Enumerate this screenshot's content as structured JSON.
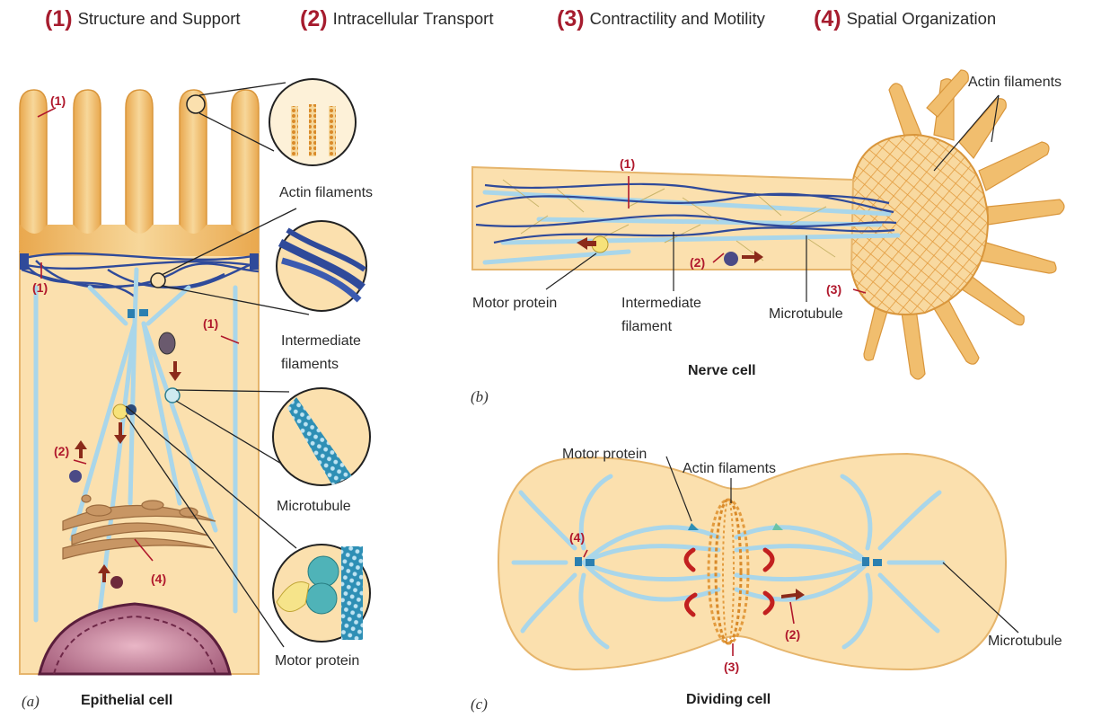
{
  "legend": [
    {
      "num": "(1)",
      "label": "Structure and Support"
    },
    {
      "num": "(2)",
      "label": "Intracellular Transport"
    },
    {
      "num": "(3)",
      "label": "Contractility and Motility"
    },
    {
      "num": "(4)",
      "label": "Spatial Organization"
    }
  ],
  "panel_a": {
    "letter": "(a)",
    "title": "Epithelial cell",
    "callouts": {
      "actin": "Actin filaments",
      "intermediate_1": "Intermediate",
      "intermediate_2": "filaments",
      "microtubule": "Microtubule",
      "motor": "Motor protein"
    },
    "markers": {
      "m1a": "(1)",
      "m1b": "(1)",
      "m1c": "(1)",
      "m2": "(2)",
      "m4": "(4)"
    }
  },
  "panel_b": {
    "letter": "(b)",
    "title": "Nerve cell",
    "labels": {
      "actin": "Actin filaments",
      "motor": "Motor protein",
      "intermediate_1": "Intermediate",
      "intermediate_2": "filament",
      "microtubule": "Microtubule"
    },
    "markers": {
      "m1": "(1)",
      "m2": "(2)",
      "m3": "(3)"
    }
  },
  "panel_c": {
    "letter": "(c)",
    "title": "Dividing cell",
    "labels": {
      "motor": "Motor protein",
      "actin": "Actin filaments",
      "microtubule": "Microtubule"
    },
    "markers": {
      "m4": "(4)",
      "m2": "(2)",
      "m3": "(3)"
    }
  },
  "colors": {
    "marker_red": "#b0182c",
    "cell_fill": "#f9dba6",
    "actin_orange": "#e7a64a",
    "intermediate_blue": "#2f4a9a",
    "microtubule_blue": "#a9d6ea",
    "motor_teal": "#4fb3b8"
  }
}
